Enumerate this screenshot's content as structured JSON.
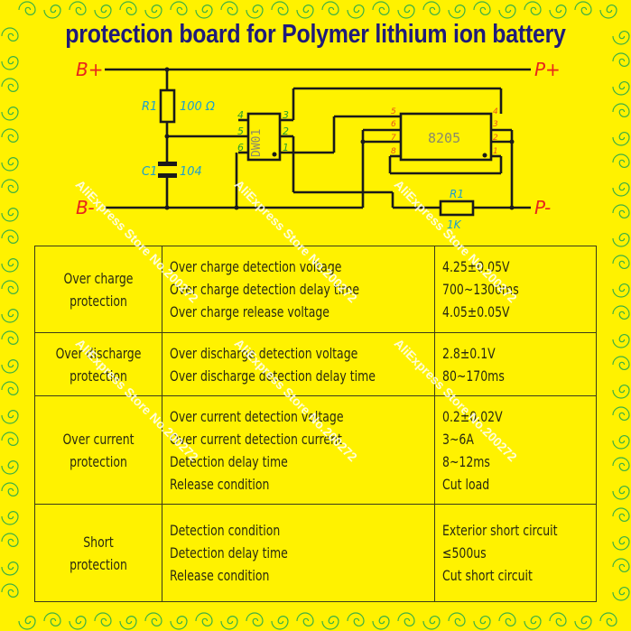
{
  "title": "protection  board for Polymer lithium ion battery",
  "circuit": {
    "terminals": {
      "b_plus": "B+",
      "b_minus": "B-",
      "p_plus": "P+",
      "p_minus": "P-"
    },
    "components": {
      "r1_label": "R1",
      "r1_value": "100 Ω",
      "c1_label": "C1",
      "c1_value": "104",
      "ic1_label": "DW01",
      "ic1_pins_left": [
        "4",
        "5",
        "6"
      ],
      "ic1_pins_right": [
        "3",
        "2",
        "1"
      ],
      "ic2_label": "8205",
      "ic2_pins_left": [
        "5",
        "6",
        "7",
        "8"
      ],
      "ic2_pins_right": [
        "4",
        "3",
        "2",
        "1"
      ],
      "r2_label": "R1",
      "r2_value": "1K"
    },
    "colors": {
      "terminal": "#e8251b",
      "component_label": "#1a9fd0",
      "pin_dw01": "#2aa02a",
      "pin_8205": "#e8521b",
      "wire": "#1a1a1a",
      "ic_text": "#8a8a6a"
    }
  },
  "table": {
    "rows": [
      {
        "category": [
          "Over charge",
          "protection"
        ],
        "params": [
          "Over charge detection voltage",
          "Over charge detection delay time",
          "Over charge release voltage"
        ],
        "values": [
          "4.25±0.05V",
          "700~1300ms",
          "4.05±0.05V"
        ]
      },
      {
        "category": [
          "Over discharge",
          "protection"
        ],
        "params": [
          "Over discharge detection voltage",
          "Over discharge detection delay time"
        ],
        "values": [
          "2.8±0.1V",
          "80~170ms"
        ]
      },
      {
        "category": [
          "Over current",
          "protection"
        ],
        "params": [
          "Over current detection voltage",
          "Over current detection current",
          "Detection delay time",
          "Release condition"
        ],
        "values": [
          "0.2±0.02V",
          "3~6A",
          "8~12ms",
          "Cut load"
        ]
      },
      {
        "category": [
          "Short",
          "protection"
        ],
        "params": [
          "Detection condition",
          "Detection delay time",
          "Release condition"
        ],
        "values": [
          "Exterior short circuit",
          "≤500us",
          "Cut short circuit"
        ]
      }
    ]
  },
  "watermark": "AliExpress Store No.200272",
  "colors": {
    "background": "#fff200",
    "title": "#1f1b7a",
    "border_ornament": "#3cb043"
  }
}
